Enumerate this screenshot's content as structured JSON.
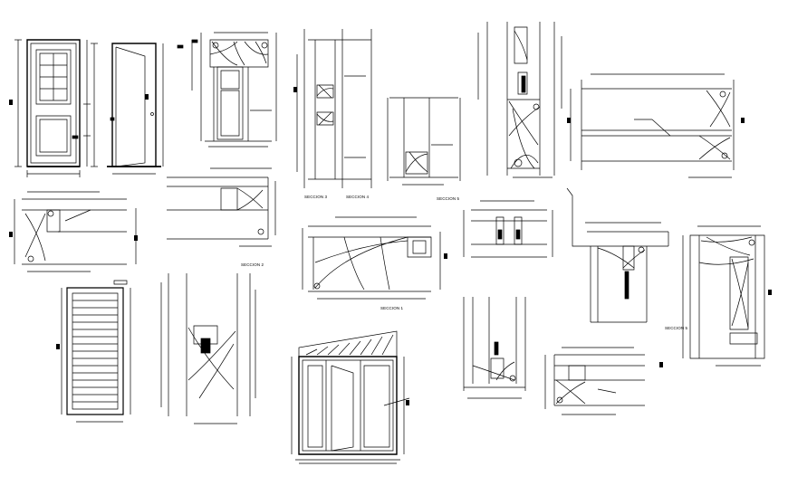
{
  "sheet": {
    "labels": {
      "seccion3": "SECCION 3",
      "seccion4": "SECCION 4",
      "seccion5a": "SECCION 5",
      "seccion2": "SECCION 2",
      "seccion1": "SECCION 1",
      "seccion5b": "SECCION 5"
    }
  }
}
